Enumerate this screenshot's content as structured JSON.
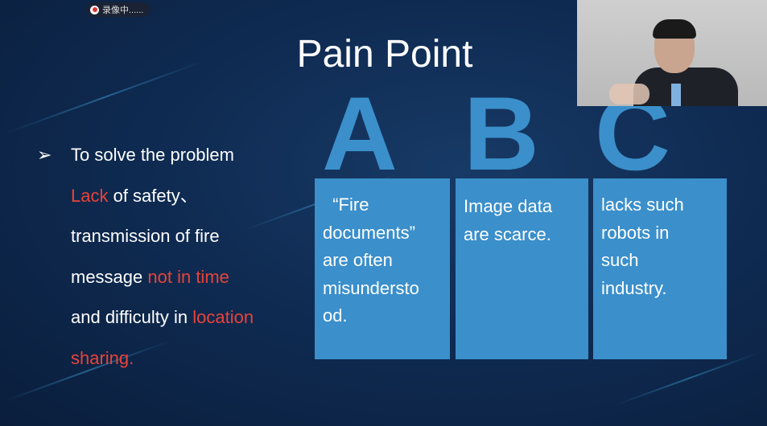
{
  "recording": {
    "label": "录像中......"
  },
  "slide": {
    "title": "Pain Point",
    "bullet": {
      "lines": [
        [
          {
            "t": "To solve the problem",
            "red": false
          }
        ],
        [
          {
            "t": "Lack",
            "red": true
          },
          {
            "t": " of safety、",
            "red": false
          }
        ],
        [
          {
            "t": "transmission of fire",
            "red": false
          }
        ],
        [
          {
            "t": "message ",
            "red": false
          },
          {
            "t": "not in time",
            "red": true
          }
        ],
        [
          {
            "t": "and difficulty in ",
            "red": false
          },
          {
            "t": "location",
            "red": true
          }
        ],
        [
          {
            "t": "sharing.",
            "red": true
          }
        ]
      ]
    },
    "columns": [
      {
        "letter": "A",
        "text": [
          "  “Fire",
          "documents”",
          "are often",
          "misundersto",
          "od."
        ]
      },
      {
        "letter": "B",
        "text": [
          "Image data",
          "are scarce."
        ]
      },
      {
        "letter": "C",
        "text": [
          "lacks such",
          "robots in",
          "such",
          "industry."
        ]
      }
    ]
  }
}
